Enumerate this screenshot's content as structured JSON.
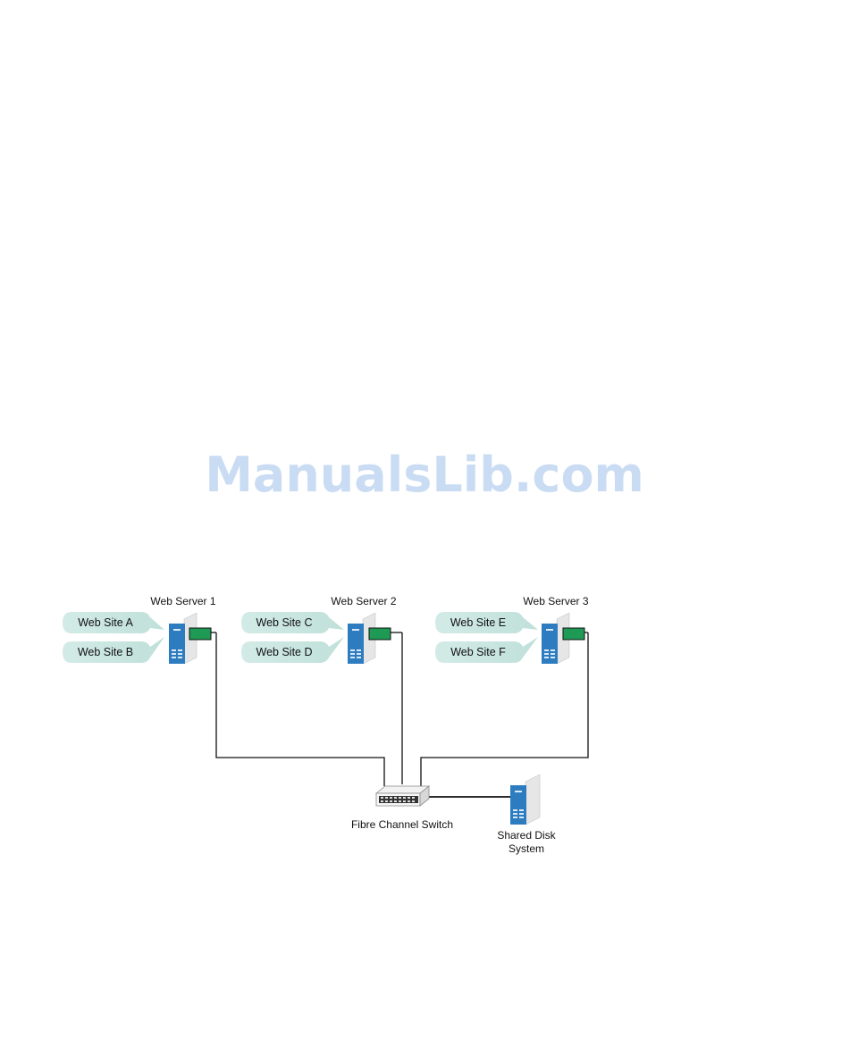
{
  "watermark": "ManualsLib.com",
  "servers": [
    {
      "title": "Web Server 1",
      "sites": [
        "Web Site A",
        "Web Site B"
      ]
    },
    {
      "title": "Web Server 2",
      "sites": [
        "Web Site C",
        "Web Site D"
      ]
    },
    {
      "title": "Web Server 3",
      "sites": [
        "Web Site E",
        "Web Site F"
      ]
    }
  ],
  "switch_label": "Fibre Channel Switch",
  "disk_label": [
    "Shared Disk",
    "System"
  ],
  "colors": {
    "pill": "#c7e4de",
    "server_blue": "#2e7cc0",
    "card_green": "#1f9a55",
    "line": "#111111",
    "watermark": "#c9dcf3"
  }
}
